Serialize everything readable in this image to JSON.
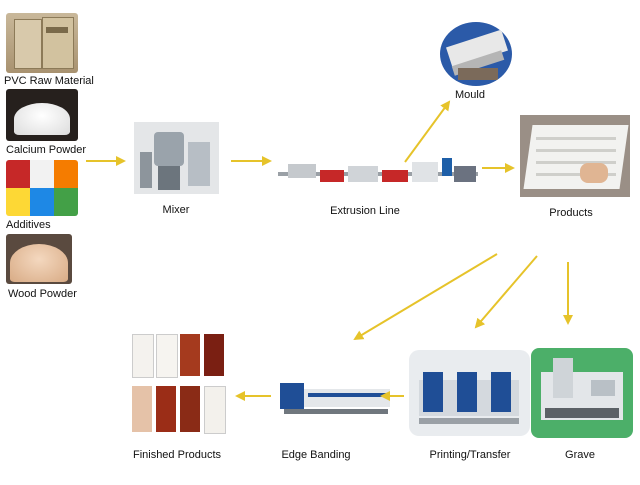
{
  "colors": {
    "arrow": "#e6c32a",
    "background": "#ffffff",
    "label": "#111111"
  },
  "raw_materials": [
    {
      "label": "PVC Raw Material",
      "icon": "pvc-bag-image"
    },
    {
      "label": "Calcium Powder",
      "icon": "calcium-powder-image"
    },
    {
      "label": "Additives",
      "icon": "additives-granules-image"
    },
    {
      "label": "Wood Powder",
      "icon": "wood-powder-image"
    }
  ],
  "stations": {
    "mixer": {
      "label": "Mixer",
      "icon": "mixer-machine-image"
    },
    "extrusion": {
      "label": "Extrusion Line",
      "icon": "extrusion-line-image"
    },
    "mould": {
      "label": "Mould",
      "icon": "mould-image"
    },
    "products": {
      "label": "Products",
      "icon": "pvc-panel-image"
    },
    "grave": {
      "label": "Grave",
      "icon": "cnc-engraving-machine-image"
    },
    "printing": {
      "label": "Printing/Transfer",
      "icon": "printing-machine-image"
    },
    "edge_banding": {
      "label": "Edge Banding",
      "icon": "edge-banding-machine-image"
    },
    "finished": {
      "label": "Finished Products",
      "icon": "doors-image"
    }
  }
}
